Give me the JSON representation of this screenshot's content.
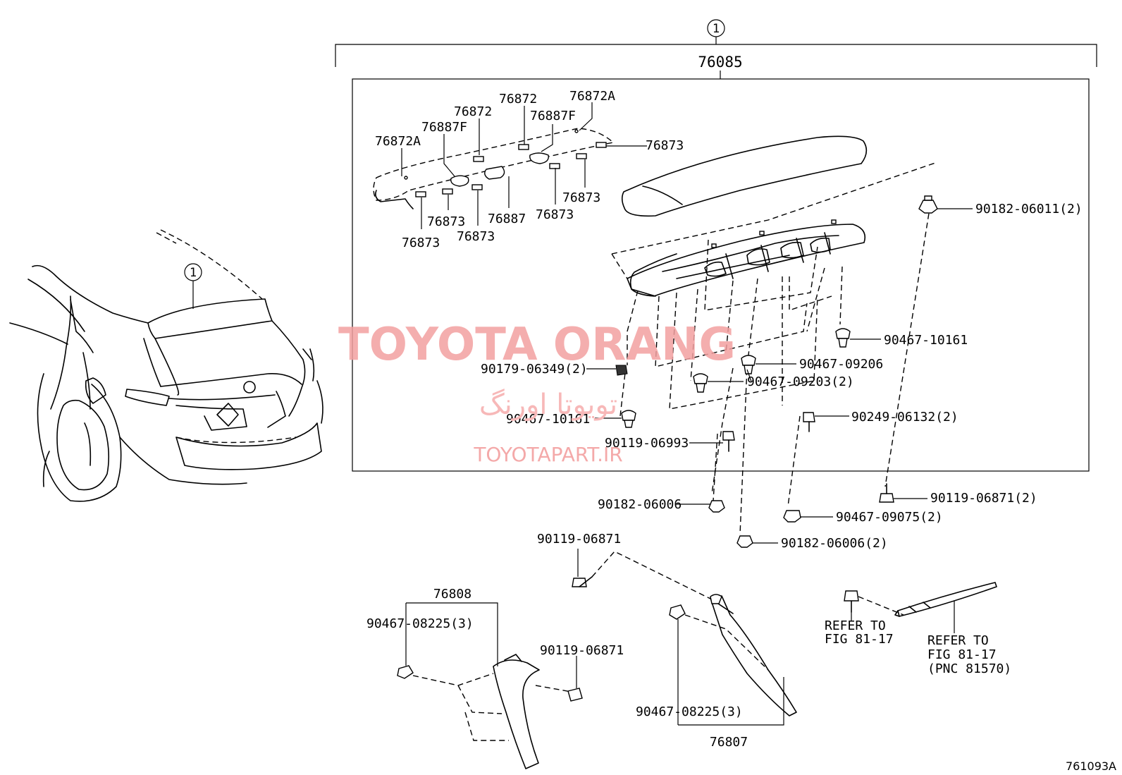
{
  "diagram": {
    "figure_code": "761093A",
    "callout_symbol": "1",
    "assembly_part": "76085",
    "watermark": {
      "latin": "TOYOTA ORANG",
      "persian": "تویوتا اورنگ",
      "site": "TOYOTAPART.IR"
    },
    "labels": {
      "l_76872a_left": "76872A",
      "l_76887f_left": "76887F",
      "l_76872_a": "76872",
      "l_76872_b": "76872",
      "l_76887f_right": "76887F",
      "l_76872a_right": "76872A",
      "l_76873_right": "76873",
      "l_76873_mid1": "76873",
      "l_76873_mid2": "76873",
      "l_76887": "76887",
      "l_76873_lower1": "76873",
      "l_76873_lower2": "76873",
      "l_76873_lower3": "76873",
      "l_90182_06011": "90182-06011(2)",
      "l_90467_10161_r": "90467-10161",
      "l_90467_09206": "90467-09206",
      "l_90179_06349": "90179-06349(2)",
      "l_90467_09203": "90467-09203(2)",
      "l_90467_10161_l": "90467-10161",
      "l_90249_06132": "90249-06132(2)",
      "l_90119_06993": "90119-06993",
      "l_90182_06006_a": "90182-06006",
      "l_90119_06871_r": "90119-06871(2)",
      "l_90467_09075": "90467-09075(2)",
      "l_90182_06006_b": "90182-06006(2)",
      "l_90119_06871_top": "90119-06871",
      "l_76808": "76808",
      "l_90467_08225_left": "90467-08225(3)",
      "l_90119_06871_mid": "90119-06871",
      "l_90467_08225_right": "90467-08225(3)",
      "l_76807": "76807"
    },
    "refer1": {
      "line1": "REFER TO",
      "line2": "FIG 81-17"
    },
    "refer2": {
      "line1": "REFER TO",
      "line2": "FIG 81-17",
      "line3": "(PNC 81570)"
    }
  }
}
